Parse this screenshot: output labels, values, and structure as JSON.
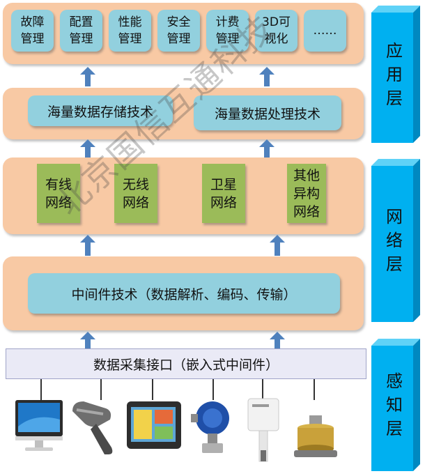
{
  "layers": {
    "application": [
      "应",
      "用",
      "层"
    ],
    "network": [
      "网",
      "络",
      "层"
    ],
    "perception": [
      "感",
      "知",
      "层"
    ]
  },
  "app_modules": [
    [
      "故障",
      "管理"
    ],
    [
      "配置",
      "管理"
    ],
    [
      "性能",
      "管理"
    ],
    [
      "安全",
      "管理"
    ],
    [
      "计费",
      "管理"
    ],
    [
      "3D可",
      "视化"
    ],
    [
      "……",
      ""
    ]
  ],
  "storage_tech": "海量数据存储技术",
  "processing_tech": "海量数据处理技术",
  "networks": [
    [
      "有线",
      "网络"
    ],
    [
      "无线",
      "网络"
    ],
    [
      "卫星",
      "网络"
    ],
    [
      "其他",
      "异构",
      "网络"
    ]
  ],
  "middleware": "中间件技术（数据解析、编码、传输）",
  "interface": "数据采集接口（嵌入式中间件）",
  "watermark": "北京国信互通科技",
  "colors": {
    "band": "#f8c9a4",
    "module": "#92d0de",
    "network": "#9bbb59",
    "arrow": "#4f81bd",
    "pillar": "#00b0f0"
  },
  "devices": [
    "computer-monitor",
    "barcode-scanner",
    "tablet-terminal",
    "pressure-transmitter",
    "humidity-sensor",
    "load-cell"
  ]
}
